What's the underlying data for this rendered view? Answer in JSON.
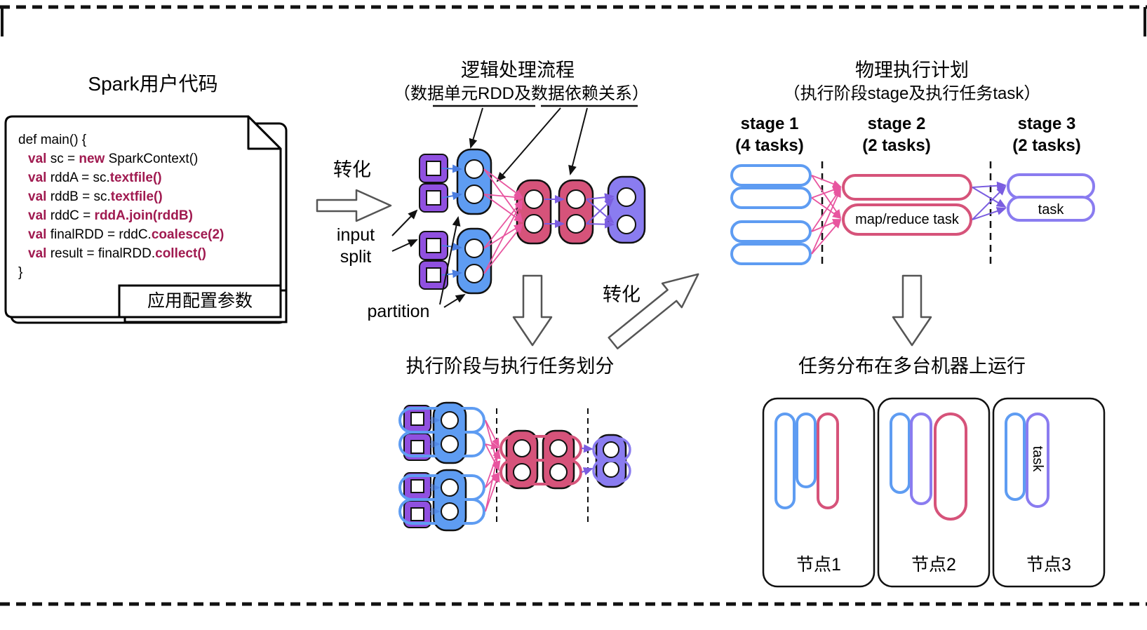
{
  "colors": {
    "keyword": "#a01a50",
    "blue_fill": "#5e9cf2",
    "blue_arrow": "#4a7de0",
    "pink_fill": "#d6537a",
    "magenta_arrow": "#e8559f",
    "violet_fill": "#8a7cf0",
    "violet_arrow": "#7a5de0",
    "purple_fill": "#9050e0",
    "frame": "#111111"
  },
  "code_panel": {
    "title": "Spark用户代码",
    "line1": "def main() {",
    "line2_kw1": "val",
    "line2_t1": " sc = ",
    "line2_kw2": "new",
    "line2_t2": " SparkContext()",
    "line3_kw1": "val",
    "line3_t1": " rddA = sc.",
    "line3_kw2": "textfile()",
    "line4_kw1": "val",
    "line4_t1": " rddB = sc.",
    "line4_kw2": "textfile()",
    "line5_kw1": "val",
    "line5_t1": " rddC = ",
    "line5_kw2": "rddA.join(rddB)",
    "line6_kw1": "val",
    "line6_t1": " finalRDD = rddC.",
    "line6_kw2": "coalesce(2)",
    "line7_kw1": "val",
    "line7_t1": " result = finalRDD.",
    "line7_kw2": "collect()",
    "line8": "}",
    "footer_label": "应用配置参数"
  },
  "logical": {
    "title": "逻辑处理流程",
    "subtitle": "（数据单元RDD及数据依赖关系）",
    "transform_label": "转化",
    "input_split_label": "input\nsplit",
    "partition_label": "partition"
  },
  "physical": {
    "title": "物理执行计划",
    "subtitle": "（执行阶段stage及执行任务task）",
    "stage1_header": "stage 1\n(4 tasks)",
    "stage2_header": "stage 2\n(2 tasks)",
    "stage3_header": "stage 3\n(2 tasks)",
    "map_reduce_task_label": "map/reduce task",
    "task_label": "task"
  },
  "division": {
    "transform_label": "转化",
    "title": "执行阶段与执行任务划分"
  },
  "distribution": {
    "title": "任务分布在多台机器上运行",
    "node1_label": "节点1",
    "node2_label": "节点2",
    "node3_label": "节点3",
    "task_label": "task"
  }
}
